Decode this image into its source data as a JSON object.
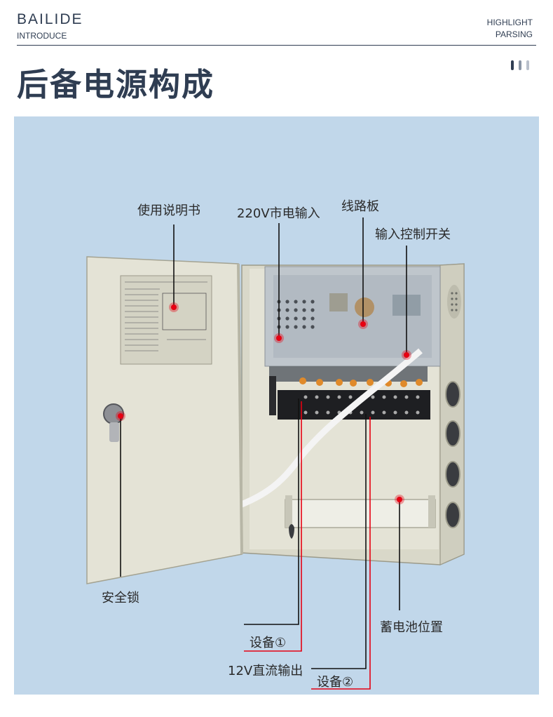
{
  "header": {
    "brand": "BAILIDE",
    "brand_sub": "INTRODUCE",
    "highlight_line1": "HIGHLIGHT",
    "highlight_line2": "PARSING",
    "title": "后备电源构成"
  },
  "labels": {
    "manual": "使用说明书",
    "mains_input": "220V市电输入",
    "circuit_board": "线路板",
    "input_switch": "输入控制开关",
    "safety_lock": "安全锁",
    "battery_position": "蓄电池位置",
    "device1": "设备①",
    "dc_output": "12V直流输出",
    "device2": "设备②"
  },
  "colors": {
    "brand": "#2f3d52",
    "panel": "#c1d7ea",
    "marker": "#e60012",
    "cabinet": "#e4e3d6"
  },
  "icons": [
    "red-marker-icon",
    "key-lock-icon",
    "vent-grille-icon",
    "terminal-block-icon"
  ]
}
